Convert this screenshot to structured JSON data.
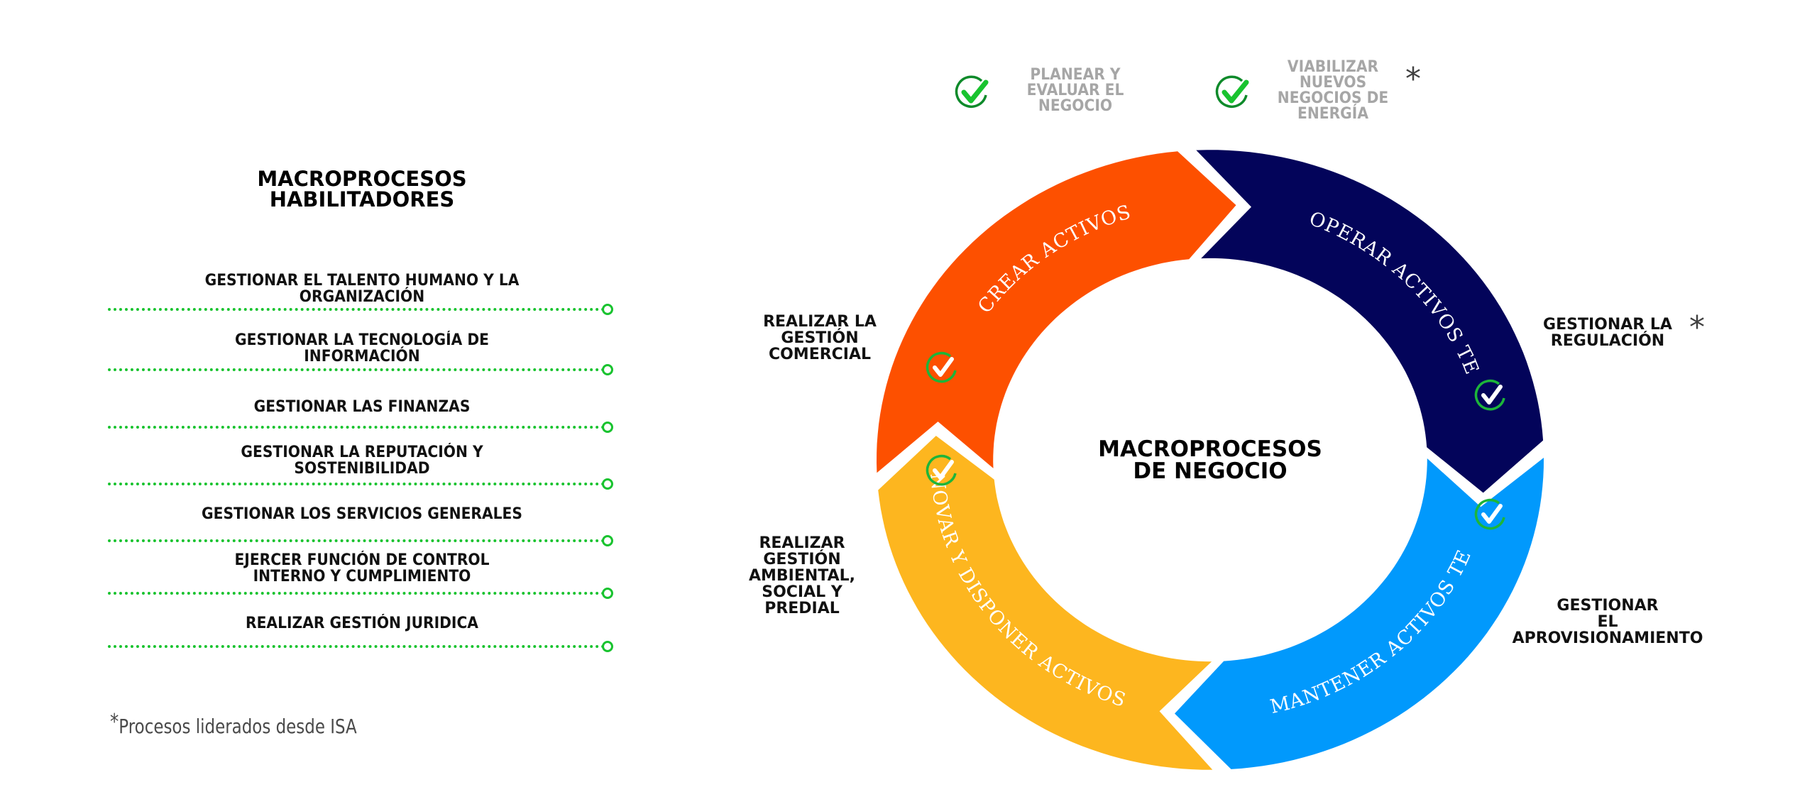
{
  "enablers": {
    "title_line1": "MACROPROCESOS",
    "title_line2": "HABILITADORES",
    "items": [
      {
        "line1": "GESTIONAR EL TALENTO HUMANO Y LA",
        "line2": "ORGANIZACIÓN"
      },
      {
        "line1": "GESTIONAR LA TECNOLOGÍA DE",
        "line2": "INFORMACIÓN"
      },
      {
        "line1": "GESTIONAR LAS FINANZAS",
        "line2": ""
      },
      {
        "line1": "GESTIONAR LA REPUTACIÓN Y",
        "line2": "SOSTENIBILIDAD"
      },
      {
        "line1": "GESTIONAR LOS SERVICIOS GENERALES",
        "line2": ""
      },
      {
        "line1": "EJERCER FUNCIÓN DE CONTROL",
        "line2": "INTERNO Y CUMPLIMIENTO"
      },
      {
        "line1": "REALIZAR GESTIÓN JURIDICA",
        "line2": ""
      }
    ],
    "line_color": "#19c32f"
  },
  "footnote": {
    "star": "*",
    "text": "Procesos liderados desde ISA"
  },
  "strategic": [
    {
      "lines": [
        "PLANEAR Y",
        "EVALUAR EL",
        "NEGOCIO"
      ],
      "check_icon": "check-circle-icon",
      "led_by_isa": false
    },
    {
      "lines": [
        "VIABILIZAR",
        "NUEVOS",
        "NEGOCIOS DE",
        "ENERGÍA"
      ],
      "check_icon": "check-circle-icon",
      "led_by_isa": true,
      "asterisk": "*"
    }
  ],
  "business": {
    "title_line1": "MACROPROCESOS",
    "title_line2": "DE NEGOCIO",
    "segments": [
      {
        "label": "CREAR ACTIVOS",
        "color": "#03045a"
      },
      {
        "label": "OPERAR ACTIVOS TE",
        "color": "#0199fc"
      },
      {
        "label": "MANTENER ACTIVOS TE",
        "color": "#fdb61f"
      },
      {
        "label": "RENOVAR Y DISPONER ACTIVOS TE",
        "color": "#fd5000"
      }
    ],
    "support_labels": {
      "commercial": [
        "REALIZAR LA",
        "GESTIÓN",
        "COMERCIAL"
      ],
      "environmental": [
        "REALIZAR",
        "GESTIÓN",
        "AMBIENTAL,",
        "SOCIAL Y",
        "PREDIAL"
      ],
      "regulation": [
        "GESTIONAR LA",
        "REGULACIÓN"
      ],
      "regulation_asterisk": "*",
      "provisioning": [
        "GESTIONAR",
        "EL",
        "APROVISIONAMIENTO"
      ]
    },
    "check_color": "#1db53a"
  }
}
